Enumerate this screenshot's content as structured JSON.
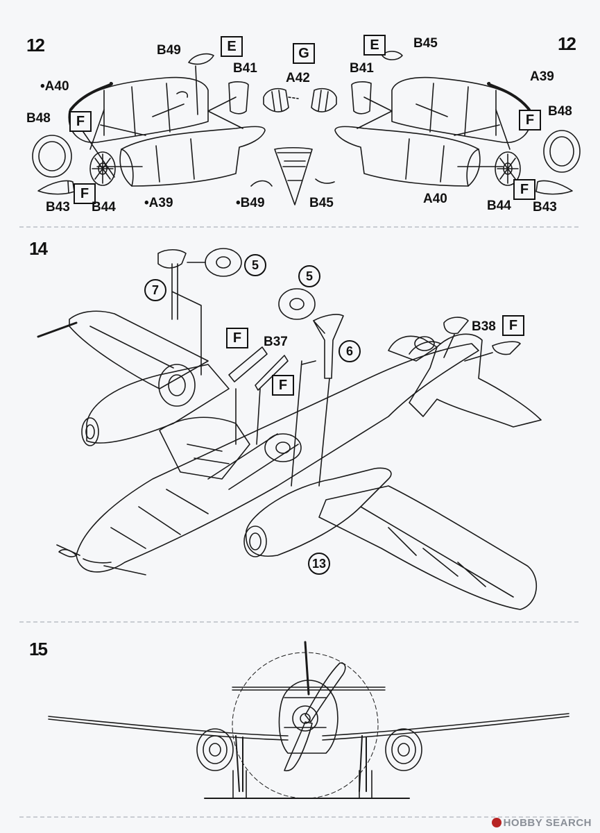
{
  "steps": {
    "s12_left": "12",
    "s12_right": "12",
    "s14": "14",
    "s15": "15"
  },
  "step12": {
    "labels": {
      "b49_l": "B49",
      "e_l": "E",
      "b41_l": "B41",
      "a40_l": "•A40",
      "b48_l": "B48",
      "f_top_l": "F",
      "f_bot_l": "F",
      "b43_l": "B43",
      "b44_l": "B44",
      "a39_l": "•A39",
      "g": "G",
      "a42": "A42",
      "b49_c": "•B49",
      "b45_c": "B45",
      "e_r": "E",
      "b45_r": "B45",
      "b41_r": "B41",
      "a39_r": "A39",
      "b48_r": "B48",
      "f_top_r": "F",
      "f_bot_r": "F",
      "a40_r": "A40",
      "b44_r": "B44",
      "b43_r": "B43"
    }
  },
  "step14": {
    "labels": {
      "c7": "7",
      "c5a": "5",
      "c5b": "5",
      "c6": "6",
      "c13": "13",
      "f1": "F",
      "b37": "B37",
      "f2": "F",
      "b38": "B38",
      "f3": "F"
    }
  },
  "watermark": "HOBBY SEARCH"
}
